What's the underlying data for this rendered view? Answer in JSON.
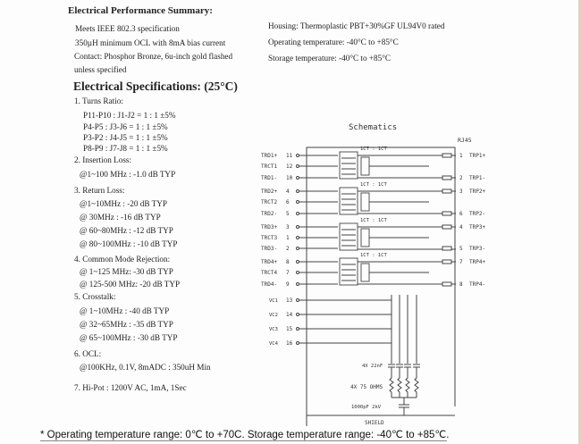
{
  "summary": {
    "title": "Electrical Performance Summary:",
    "left_lines": [
      "Meets IEEE 802.3 specification",
      "350µH minimum OCL  with 8mA bias current",
      "Contact: Phosphor Bronze, 6u-inch gold flashed",
      "unless specified"
    ],
    "right_lines": [
      "Housing:  Thermoplastic PBT+30%GF UL94V0 rated",
      "Operating temperature: -40°C to +85°C",
      "Storage temperature: -40°C to +85°C"
    ]
  },
  "specs": {
    "title": "Electrical Specifications: (25°C)",
    "lines": [
      "1. Turns Ratio:",
      "P11-P10 : J1-J2 = 1 : 1 ±5%",
      "P4-P5 : J3-J6 = 1 : 1 ±5%",
      "P3-P2 : J4-J5 = 1 : 1 ±5%",
      "P8-P9 : J7-J8 = 1 : 1 ±5%",
      "2. Insertion Loss:",
      "@1~100 MHz : -1.0 dB TYP",
      "3. Return Loss:",
      "@1~10MHz :  -20 dB TYP",
      "@ 30MHz :  -16 dB TYP",
      "@ 60~80MHz : -12 dB TYP",
      "@ 80~100MHz : -10 dB TYP",
      "4. Common Mode Rejection:",
      "@ 1~125 MHz: -30 dB TYP",
      "@ 125-500 MHz: -20 dB TYP",
      "5. Crosstalk:",
      "@ 1~10MHz : -40 dB TYP",
      "@ 32~65MHz : -35 dB TYP",
      "@ 65~100MHz : -30 dB TYP",
      "6. OCL:",
      "@100KHz, 0.1V, 8mADC : 350uH Min",
      "7. Hi-Pot : 1200V AC, 1mA, 1Sec"
    ]
  },
  "schematic": {
    "title": "Schematics",
    "connector": "RJ45",
    "ratio_label": "1CT : 1CT",
    "left_pins": [
      {
        "name": "TRD1+",
        "pin": "11"
      },
      {
        "name": "TRCT1",
        "pin": "12"
      },
      {
        "name": "TRD1-",
        "pin": "10"
      },
      {
        "name": "TRD2+",
        "pin": "4"
      },
      {
        "name": "TRCT2",
        "pin": "6"
      },
      {
        "name": "TRD2-",
        "pin": "5"
      },
      {
        "name": "TRD3+",
        "pin": "3"
      },
      {
        "name": "TRCT3",
        "pin": "1"
      },
      {
        "name": "TRD3-",
        "pin": "2"
      },
      {
        "name": "TRD4+",
        "pin": "8"
      },
      {
        "name": "TRCT4",
        "pin": "7"
      },
      {
        "name": "TRD4-",
        "pin": "9"
      }
    ],
    "vc_pins": [
      {
        "name": "VC1",
        "pin": "13"
      },
      {
        "name": "VC2",
        "pin": "14"
      },
      {
        "name": "VC3",
        "pin": "15"
      },
      {
        "name": "VC4",
        "pin": "16"
      }
    ],
    "right_pins": [
      {
        "pin": "1",
        "name": "TRP1+"
      },
      {
        "pin": "2",
        "name": "TRP1-"
      },
      {
        "pin": "3",
        "name": "TRP2+"
      },
      {
        "pin": "6",
        "name": "TRP2-"
      },
      {
        "pin": "4",
        "name": "TRP3+"
      },
      {
        "pin": "5",
        "name": "TRP3-"
      },
      {
        "pin": "7",
        "name": "TRP4+"
      },
      {
        "pin": "8",
        "name": "TRP4-"
      }
    ],
    "cap_label": "4X 22nF",
    "res_label": "4X 75 OHMS",
    "hv_cap_label": "1000pF 2kV",
    "shield_label": "SHIELD"
  },
  "footnote": "* Operating temperature range: 0℃ to +70C. Storage temperature range: -40℃ to +85℃."
}
